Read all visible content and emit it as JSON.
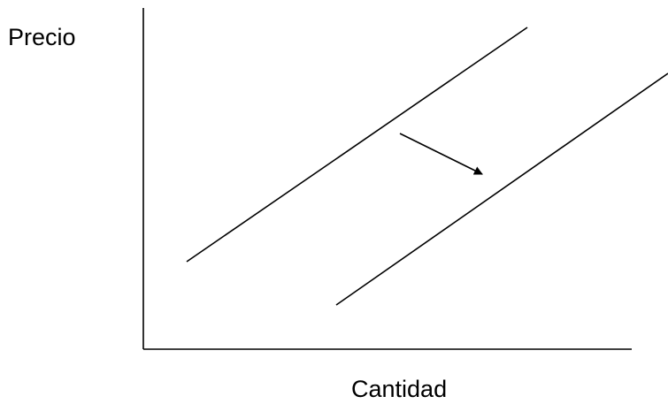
{
  "labels": {
    "y_axis": "Precio",
    "x_axis": "Cantidad"
  },
  "diagram": {
    "type": "supply-shift",
    "curves": [
      {
        "name": "original-curve"
      },
      {
        "name": "shifted-curve"
      }
    ],
    "arrow": {
      "direction": "down-right"
    },
    "colors": {
      "line": "#000000",
      "background": "#ffffff"
    }
  }
}
